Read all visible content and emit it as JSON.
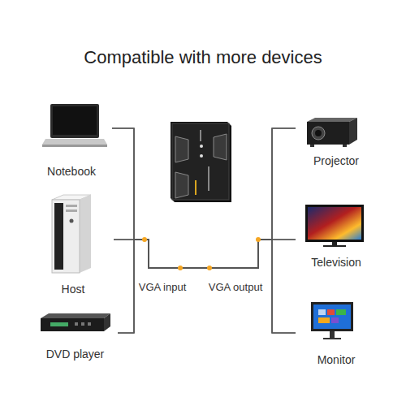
{
  "diagram": {
    "title": "Compatible with more devices",
    "nodes": [
      {
        "text": [
          "Notebook"
        ]
      },
      {
        "text": [
          "Host"
        ]
      },
      {
        "text": [
          "DVD player"
        ]
      },
      {
        "text": [
          "Projector"
        ]
      },
      {
        "text": [
          "Television"
        ]
      },
      {
        "text": [
          "Monitor"
        ]
      }
    ],
    "edges": [
      {
        "from": 0,
        "to": 3,
        "arrow": "none"
      },
      {
        "from": 0,
        "to": 4,
        "arrow": "none"
      },
      {
        "from": 0,
        "to": 5,
        "arrow": "none"
      },
      {
        "from": 1,
        "to": 3,
        "arrow": "none"
      },
      {
        "from": 1,
        "to": 4,
        "arrow": "none"
      },
      {
        "from": 1,
        "to": 5,
        "arrow": "none"
      },
      {
        "from": 2,
        "to": 3,
        "arrow": "none"
      },
      {
        "from": 2,
        "to": 4,
        "arrow": "none"
      },
      {
        "from": 2,
        "to": 5,
        "arrow": "none"
      }
    ],
    "labels": [
      "VGA input",
      "VGA output"
    ]
  }
}
